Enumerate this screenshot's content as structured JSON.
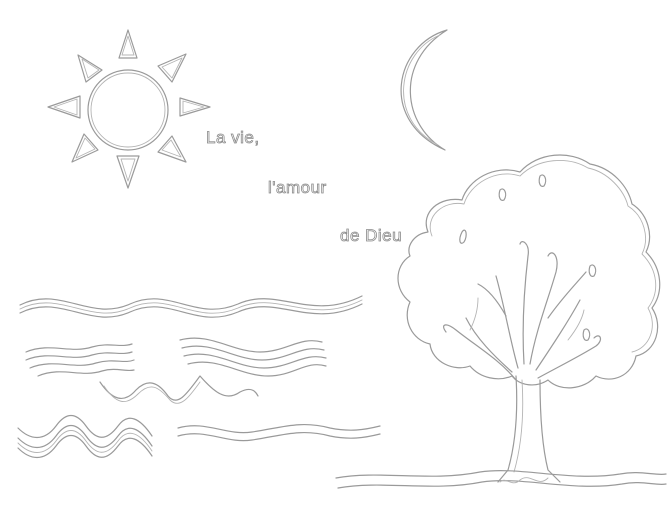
{
  "poem": {
    "line1": "La vie,",
    "line2": "l'amour",
    "line3": "de Dieu"
  },
  "colors": {
    "background": "#ffffff",
    "outline": "#9a9a9a",
    "outline_light": "#b4b4b4"
  }
}
